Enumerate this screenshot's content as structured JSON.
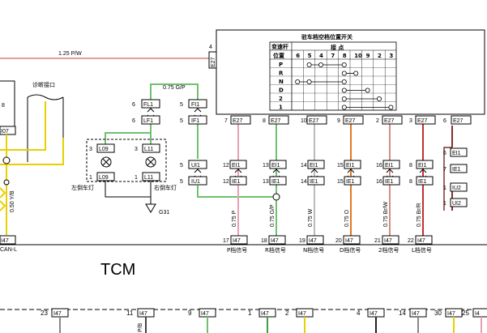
{
  "top_wire": {
    "label": "1.25  P/W",
    "pin": "4",
    "connector": "E27"
  },
  "diag": {
    "label": "诊断接口"
  },
  "left": {
    "conn_i07": "I07",
    "wire_label": "0.50  Y/B",
    "can_pin": "I47",
    "can_label": "CAN-L"
  },
  "switch": {
    "title": "驻车档空档位置开关",
    "col_head1": "变速杆",
    "col_head1b": "位置",
    "col_head2": "接  点",
    "pins": [
      "6",
      "5",
      "4",
      "7",
      "8",
      "10",
      "9",
      "2",
      "3"
    ],
    "rows": [
      "P",
      "R",
      "N",
      "D",
      "2",
      "1"
    ]
  },
  "fl1": {
    "pin": "6",
    "conn": "FL1"
  },
  "lf1": {
    "pin": "6",
    "conn": "LF1"
  },
  "fi1": {
    "pin": "5",
    "conn": "FI1"
  },
  "if1": {
    "pin": "5",
    "conn": "IF1"
  },
  "wire_gp": "0.75  G/P",
  "lamps": {
    "left": {
      "pin_top": "3",
      "top": "L09",
      "pin_bot": "1",
      "bot": "L09",
      "name": "左倒车灯"
    },
    "right": {
      "pin_top": "3",
      "top": "L11",
      "pin_bot": "1",
      "bot": "L11",
      "name": "右倒车灯"
    }
  },
  "ground": "G31",
  "ui1": {
    "pin": "5",
    "conn": "UI1"
  },
  "iu1": {
    "pin": "5",
    "conn": "IU1"
  },
  "columns": [
    {
      "pin": "7",
      "conn": "E27",
      "ei_pin": "",
      "wire": "0.75  P",
      "bpin": "17",
      "bconn": "I47",
      "name": "P档信号"
    },
    {
      "pin": "8",
      "conn": "E27",
      "ei_pin": "13",
      "wire": "0.75  G/P",
      "bpin": "18",
      "bconn": "I47",
      "name": "R档信号"
    },
    {
      "pin": "10",
      "conn": "E27",
      "ei_pin": "14",
      "wire": "0.75  W",
      "bpin": "19",
      "bconn": "I47",
      "name": "N档信号"
    },
    {
      "pin": "9",
      "conn": "E27",
      "ei_pin": "15",
      "wire": "0.75  O",
      "bpin": "20",
      "bconn": "I47",
      "name": "D档信号"
    },
    {
      "pin": "2",
      "conn": "E27",
      "ei_pin": "16",
      "wire": "0.75  Br/W",
      "bpin": "21",
      "bconn": "I47",
      "name": "2档信号"
    },
    {
      "pin": "3",
      "conn": "E27",
      "ei_pin": "8",
      "wire": "0.75  Br/R",
      "bpin": "22",
      "bconn": "I47",
      "name": "L档信号"
    }
  ],
  "col0": {
    "ei_pin": "12",
    "ie_pin": "12"
  },
  "right_col": {
    "pin": "6",
    "conn": "E27",
    "ei_pin1": "6",
    "ei_pin2": "7",
    "iu_pin": "1",
    "ui_pin": "1"
  },
  "ei": "EI1",
  "ie": "IE1",
  "iu2": "IU2",
  "ui2": "UI2",
  "tcm": "TCM",
  "bottom": [
    {
      "pin": "23",
      "conn": "I47"
    },
    {
      "pin": "11",
      "conn": "I47",
      "wire": "P/B"
    },
    {
      "pin": "9",
      "conn": "I47"
    },
    {
      "pin": "1",
      "conn": "I47"
    },
    {
      "pin": "2",
      "conn": "I47"
    },
    {
      "pin": "4",
      "conn": "I47"
    },
    {
      "pin": "14",
      "conn": "I47"
    },
    {
      "pin": "30",
      "conn": "I47"
    },
    {
      "pin": "25",
      "conn": "I4"
    }
  ]
}
